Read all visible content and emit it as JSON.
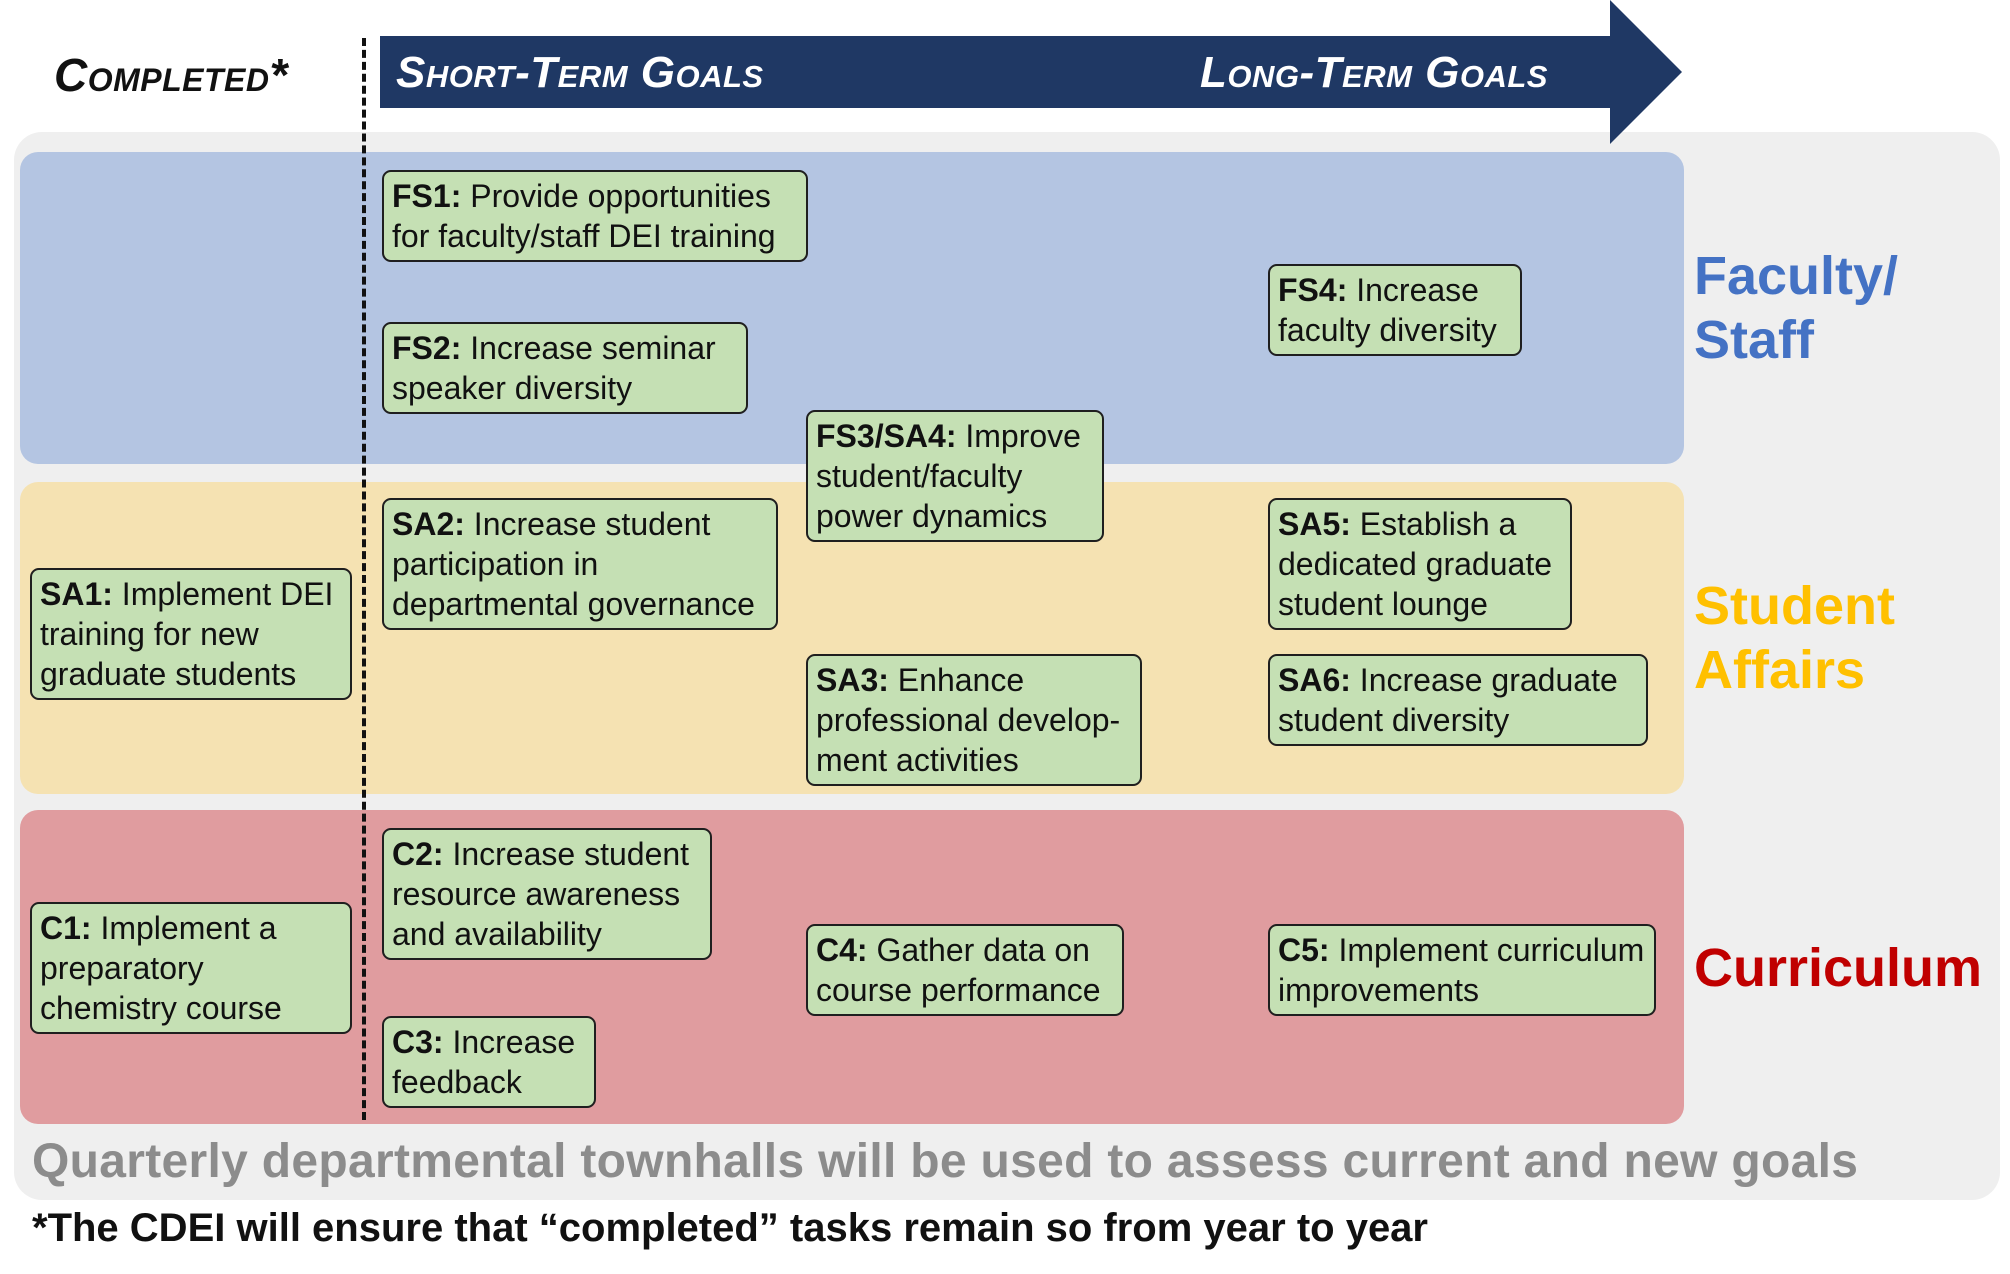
{
  "header": {
    "completed_label": "Completed*",
    "short_term_label": "Short-Term Goals",
    "long_term_label": "Long-Term Goals"
  },
  "categories": {
    "faculty_staff": "Faculty/ Staff",
    "student_affairs": "Student Affairs",
    "curriculum": "Curriculum"
  },
  "colors": {
    "arrow": "#1f3864",
    "faculty_band": "#b4c5e2",
    "student_band": "#f5e2b2",
    "curriculum_band": "#e09c9f",
    "goal_box": "#c5e0b4",
    "faculty_text": "#4472c4",
    "student_text": "#ffc000",
    "curriculum_text": "#c00000"
  },
  "goals": {
    "fs1": {
      "id": "FS1:",
      "text": "Provide opportunities for faculty/staff DEI training"
    },
    "fs2": {
      "id": "FS2:",
      "text": "Increase seminar speaker diversity"
    },
    "fs3sa4": {
      "id": "FS3/SA4:",
      "text": "Improve student/faculty power dynamics"
    },
    "fs4": {
      "id": "FS4:",
      "text": "Increase faculty diversity"
    },
    "sa1": {
      "id": "SA1:",
      "text": "Implement DEI training for new graduate students"
    },
    "sa2": {
      "id": "SA2:",
      "text": "Increase student participation in departmental governance"
    },
    "sa3": {
      "id": "SA3:",
      "text": "Enhance professional develop-ment activities"
    },
    "sa5": {
      "id": "SA5:",
      "text": "Establish a dedicated graduate student lounge"
    },
    "sa6": {
      "id": "SA6:",
      "text": "Increase graduate student diversity"
    },
    "c1": {
      "id": "C1:",
      "text": "Implement a preparatory chemistry course"
    },
    "c2": {
      "id": "C2:",
      "text": "Increase student resource awareness and availability"
    },
    "c3": {
      "id": "C3:",
      "text": "Increase feedback"
    },
    "c4": {
      "id": "C4:",
      "text": "Gather data on course performance"
    },
    "c5": {
      "id": "C5:",
      "text": "Implement curriculum improvements"
    }
  },
  "townhall_note": "Quarterly departmental townhalls will be used to assess current and new goals",
  "footnote": "*The CDEI will ensure that “completed” tasks remain so from year to year"
}
